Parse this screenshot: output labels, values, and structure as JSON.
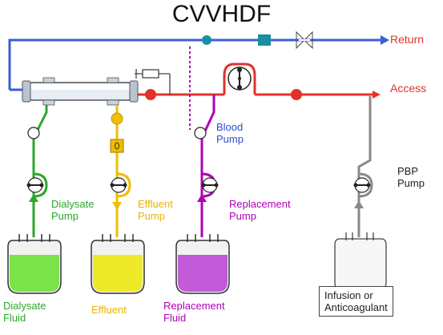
{
  "title": "CVVHDF",
  "lines": {
    "return_label": "Return",
    "access_label": "Access"
  },
  "pumps": {
    "blood": "Blood\nPump",
    "dialysate": "Dialysate\nPump",
    "effluent": "Effluent\nPump",
    "replacement": "Replacement\nPump",
    "pbp": "PBP\nPump"
  },
  "bags": {
    "dialysate": "Dialysate\nFluid",
    "effluent": "Effluent",
    "replacement": "Replacement\nFluid",
    "infusion": "Infusion or\nAnticoagulant"
  },
  "colors": {
    "return_line": "#3b5ed8",
    "access_line": "#e3322a",
    "dialysate": "#2aa82a",
    "effluent": "#f0bd00",
    "replacement": "#b000b8",
    "pbp": "#8a8a8a",
    "connector": "#1a8fa0",
    "fluid_green": "#7be34a",
    "fluid_yellow": "#eeea2a",
    "fluid_purple": "#c35ad8"
  }
}
